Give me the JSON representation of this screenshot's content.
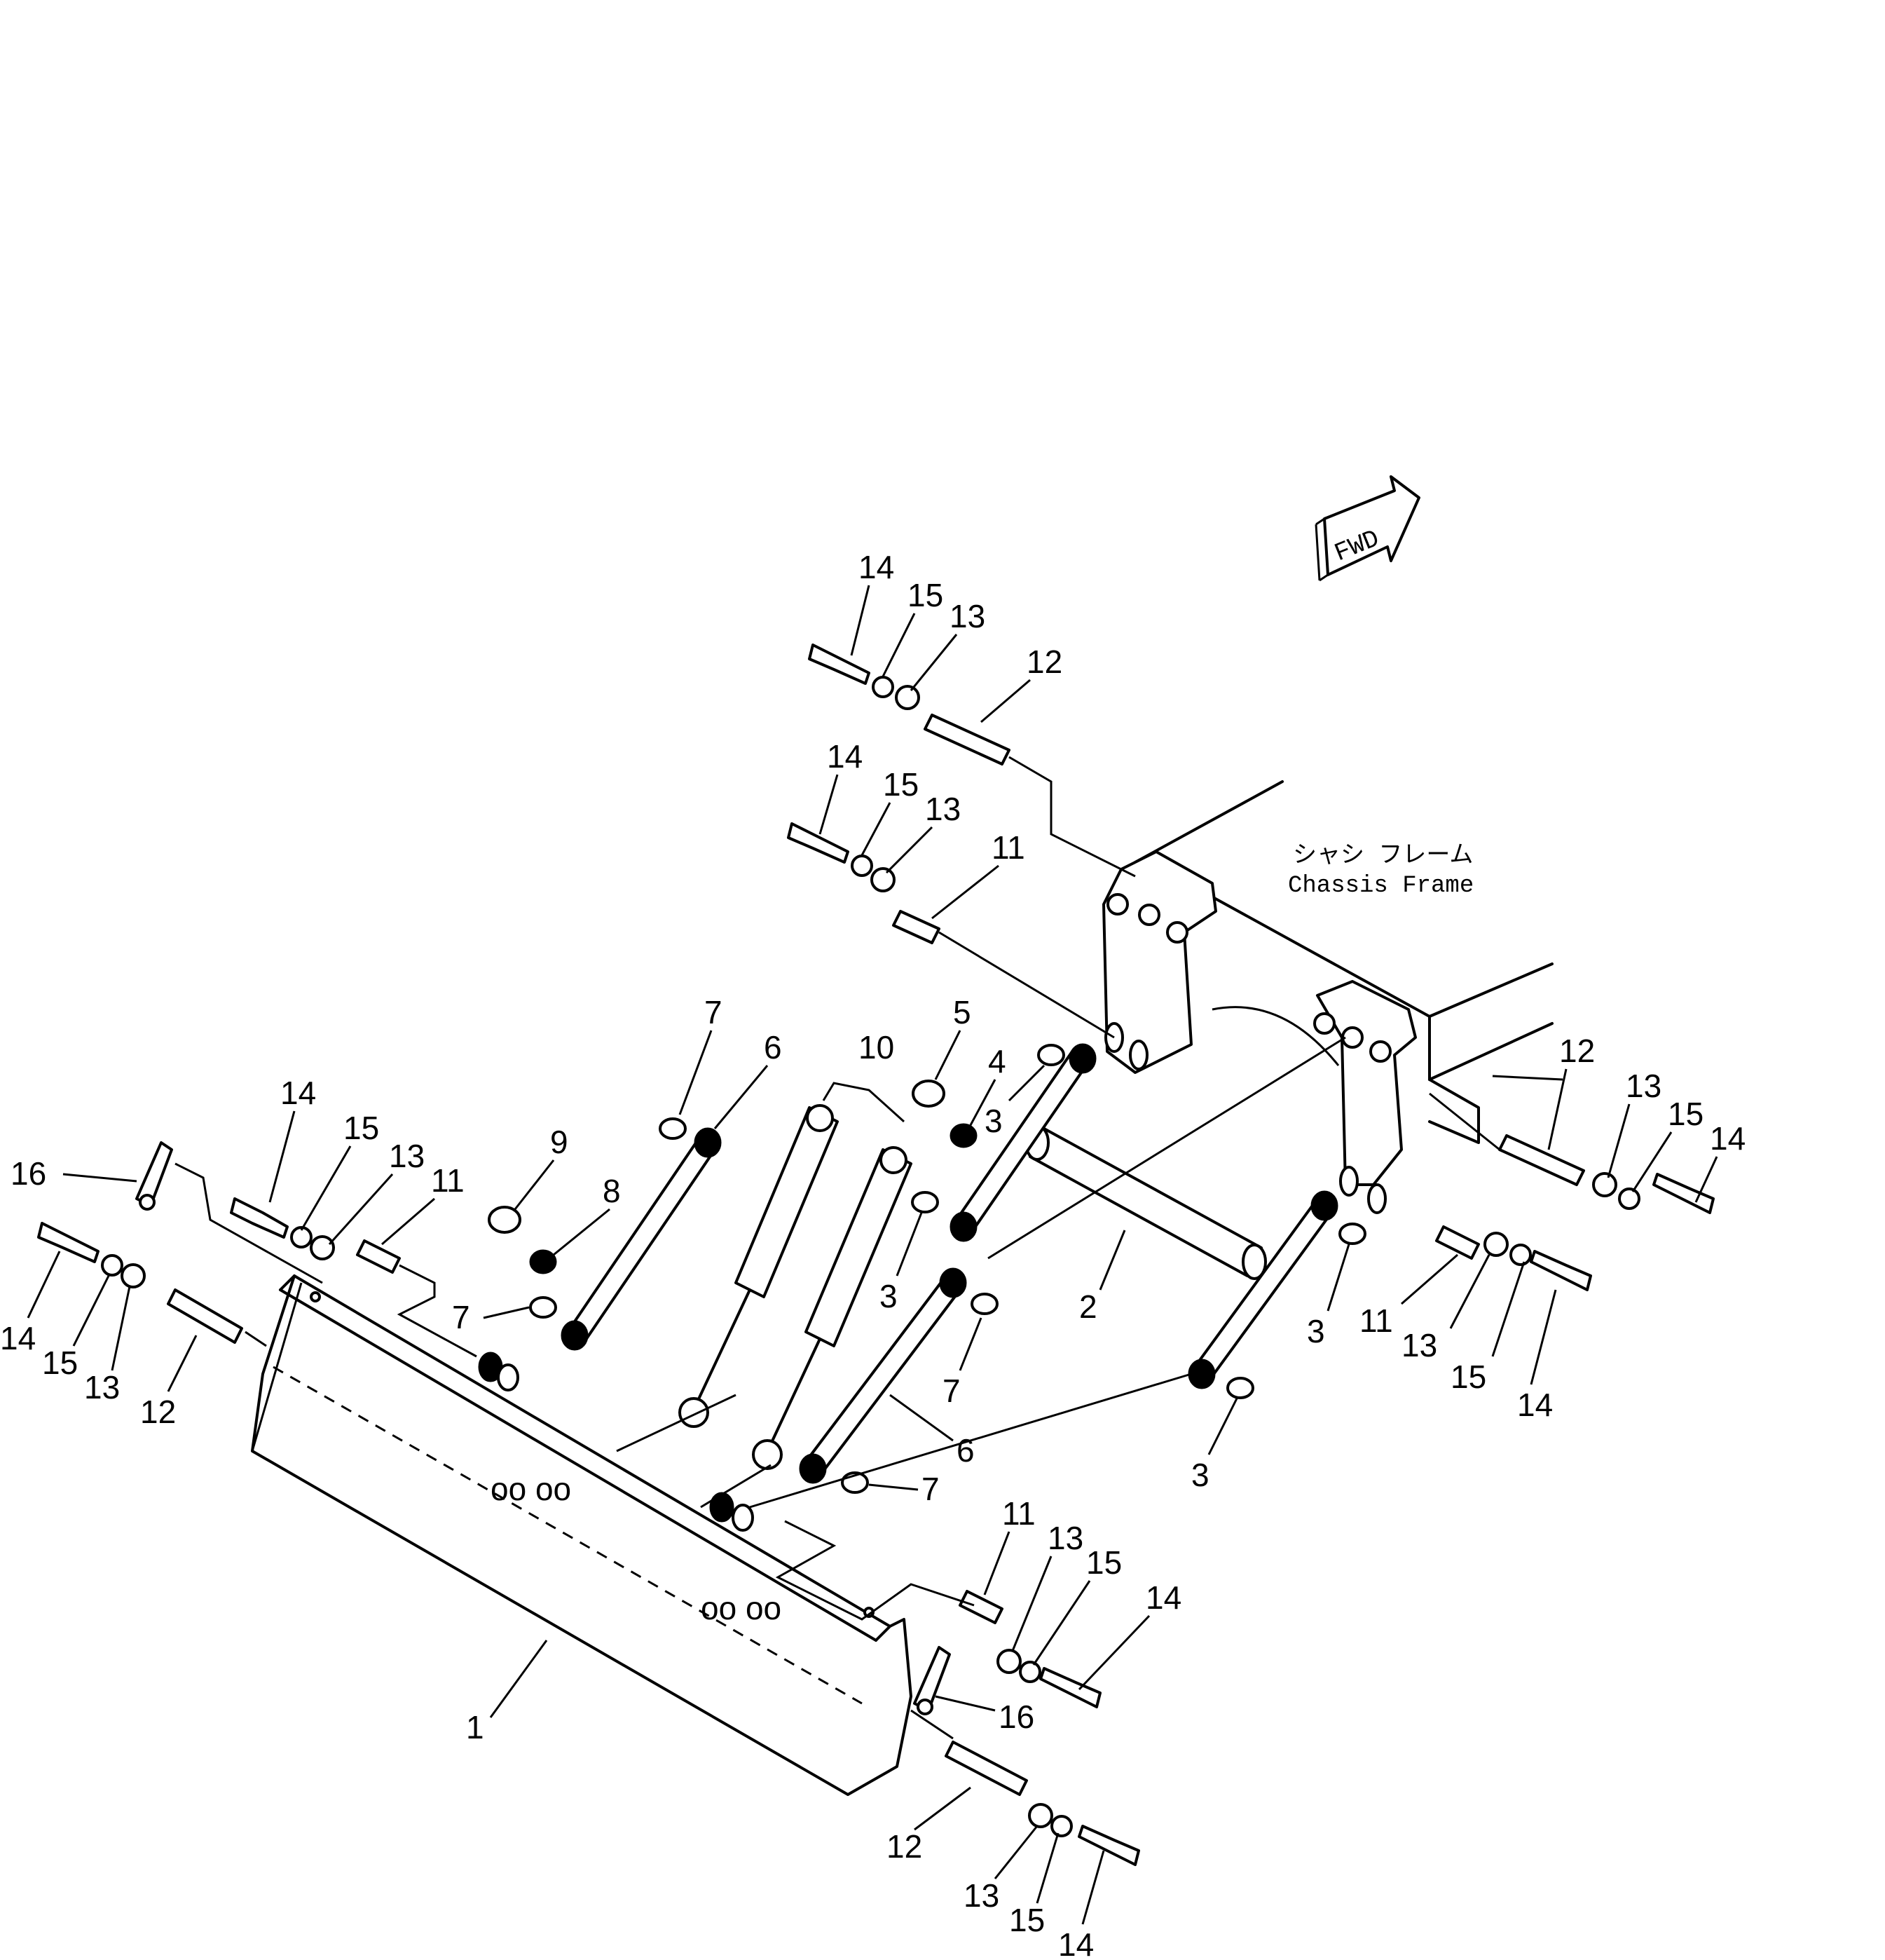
{
  "title": "",
  "annotations": {
    "fwd": "FWD",
    "frame_label_jp": "シャシ フレーム",
    "frame_label_en": "Chassis Frame"
  },
  "callouts": [
    {
      "id": "c1",
      "text": "1"
    },
    {
      "id": "c2",
      "text": "2"
    },
    {
      "id": "c3a",
      "text": "3"
    },
    {
      "id": "c3b",
      "text": "3"
    },
    {
      "id": "c3c",
      "text": "3"
    },
    {
      "id": "c3d",
      "text": "3"
    },
    {
      "id": "c4",
      "text": "4"
    },
    {
      "id": "c5",
      "text": "5"
    },
    {
      "id": "c6a",
      "text": "6"
    },
    {
      "id": "c6b",
      "text": "6"
    },
    {
      "id": "c7a",
      "text": "7"
    },
    {
      "id": "c7b",
      "text": "7"
    },
    {
      "id": "c7c",
      "text": "7"
    },
    {
      "id": "c7d",
      "text": "7"
    },
    {
      "id": "c8",
      "text": "8"
    },
    {
      "id": "c9",
      "text": "9"
    },
    {
      "id": "c10",
      "text": "10"
    },
    {
      "id": "c11a",
      "text": "11"
    },
    {
      "id": "c11b",
      "text": "11"
    },
    {
      "id": "c11c",
      "text": "11"
    },
    {
      "id": "c11d",
      "text": "11"
    },
    {
      "id": "c12a",
      "text": "12"
    },
    {
      "id": "c12b",
      "text": "12"
    },
    {
      "id": "c12c",
      "text": "12"
    },
    {
      "id": "c12d",
      "text": "12"
    },
    {
      "id": "c13a",
      "text": "13"
    },
    {
      "id": "c13b",
      "text": "13"
    },
    {
      "id": "c13c",
      "text": "13"
    },
    {
      "id": "c13d",
      "text": "13"
    },
    {
      "id": "c13e",
      "text": "13"
    },
    {
      "id": "c13f",
      "text": "13"
    },
    {
      "id": "c13g",
      "text": "13"
    },
    {
      "id": "c14a",
      "text": "14"
    },
    {
      "id": "c14b",
      "text": "14"
    },
    {
      "id": "c14c",
      "text": "14"
    },
    {
      "id": "c14d",
      "text": "14"
    },
    {
      "id": "c14e",
      "text": "14"
    },
    {
      "id": "c14f",
      "text": "14"
    },
    {
      "id": "c14g",
      "text": "14"
    },
    {
      "id": "c14h",
      "text": "14"
    },
    {
      "id": "c15a",
      "text": "15"
    },
    {
      "id": "c15b",
      "text": "15"
    },
    {
      "id": "c15c",
      "text": "15"
    },
    {
      "id": "c15d",
      "text": "15"
    },
    {
      "id": "c15e",
      "text": "15"
    },
    {
      "id": "c15f",
      "text": "15"
    },
    {
      "id": "c15g",
      "text": "15"
    },
    {
      "id": "c16a",
      "text": "16"
    },
    {
      "id": "c16b",
      "text": "16"
    }
  ]
}
